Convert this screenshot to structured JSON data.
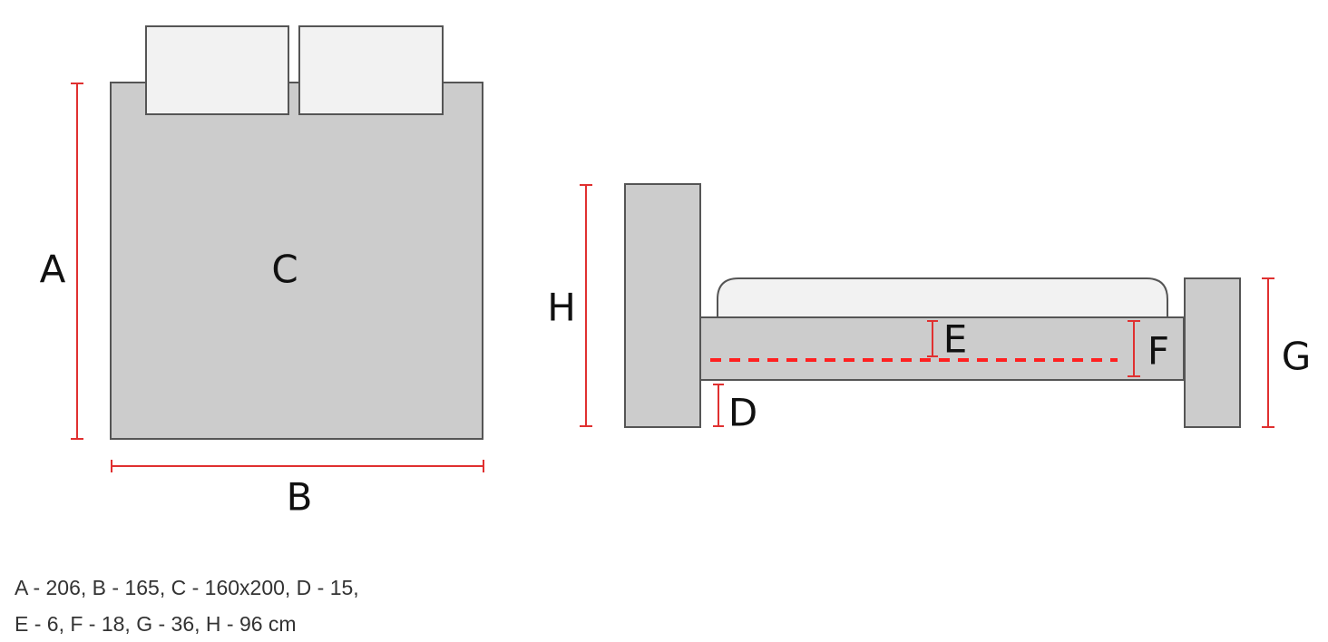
{
  "labels": {
    "a": "A",
    "b": "B",
    "c": "C",
    "d": "D",
    "e": "E",
    "f": "F",
    "g": "G",
    "h": "H"
  },
  "caption": {
    "line1": "A - 206, B - 165, C - 160x200, D - 15,",
    "line2": "E - 6, F - 18, G - 36, H - 96 cm"
  },
  "colors": {
    "frame": "#cccccc",
    "pillow": "#f2f2f2",
    "outline": "#555555",
    "dimension": "#e03030",
    "dashed": "#ff2020"
  }
}
